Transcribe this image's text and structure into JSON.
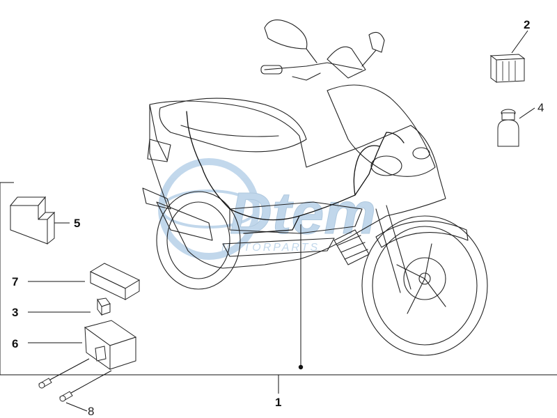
{
  "diagram": {
    "callouts": [
      {
        "id": "1",
        "label": "1"
      },
      {
        "id": "2",
        "label": "2"
      },
      {
        "id": "3",
        "label": "3"
      },
      {
        "id": "4",
        "label": "4"
      },
      {
        "id": "5",
        "label": "5"
      },
      {
        "id": "6",
        "label": "6"
      },
      {
        "id": "7",
        "label": "7"
      },
      {
        "id": "8",
        "label": "8"
      }
    ],
    "watermark": {
      "brand": "Dtem",
      "subtitle": "MOTORPARTS",
      "color": "#8fb8dc"
    },
    "line_color": "#111111"
  }
}
